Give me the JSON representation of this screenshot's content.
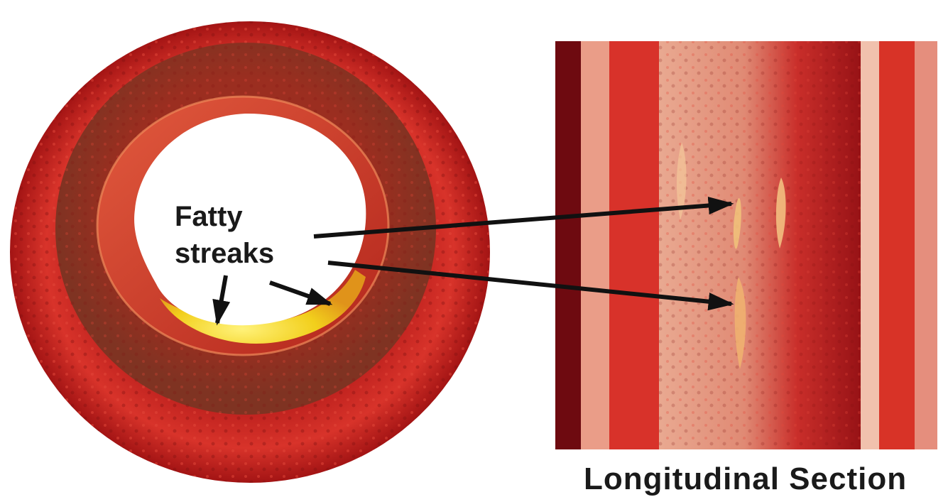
{
  "diagram": {
    "label_line1": "Fatty",
    "label_line2": "streaks",
    "caption": "Longitudinal Section"
  },
  "colors": {
    "artery_red": "#c8201e",
    "artery_dark": "#7a0f0f",
    "media_brown": "#8a3a24",
    "intima_pink": "#e9a08a",
    "fat_yellow": "#f2d21e",
    "arrow": "#111111"
  }
}
